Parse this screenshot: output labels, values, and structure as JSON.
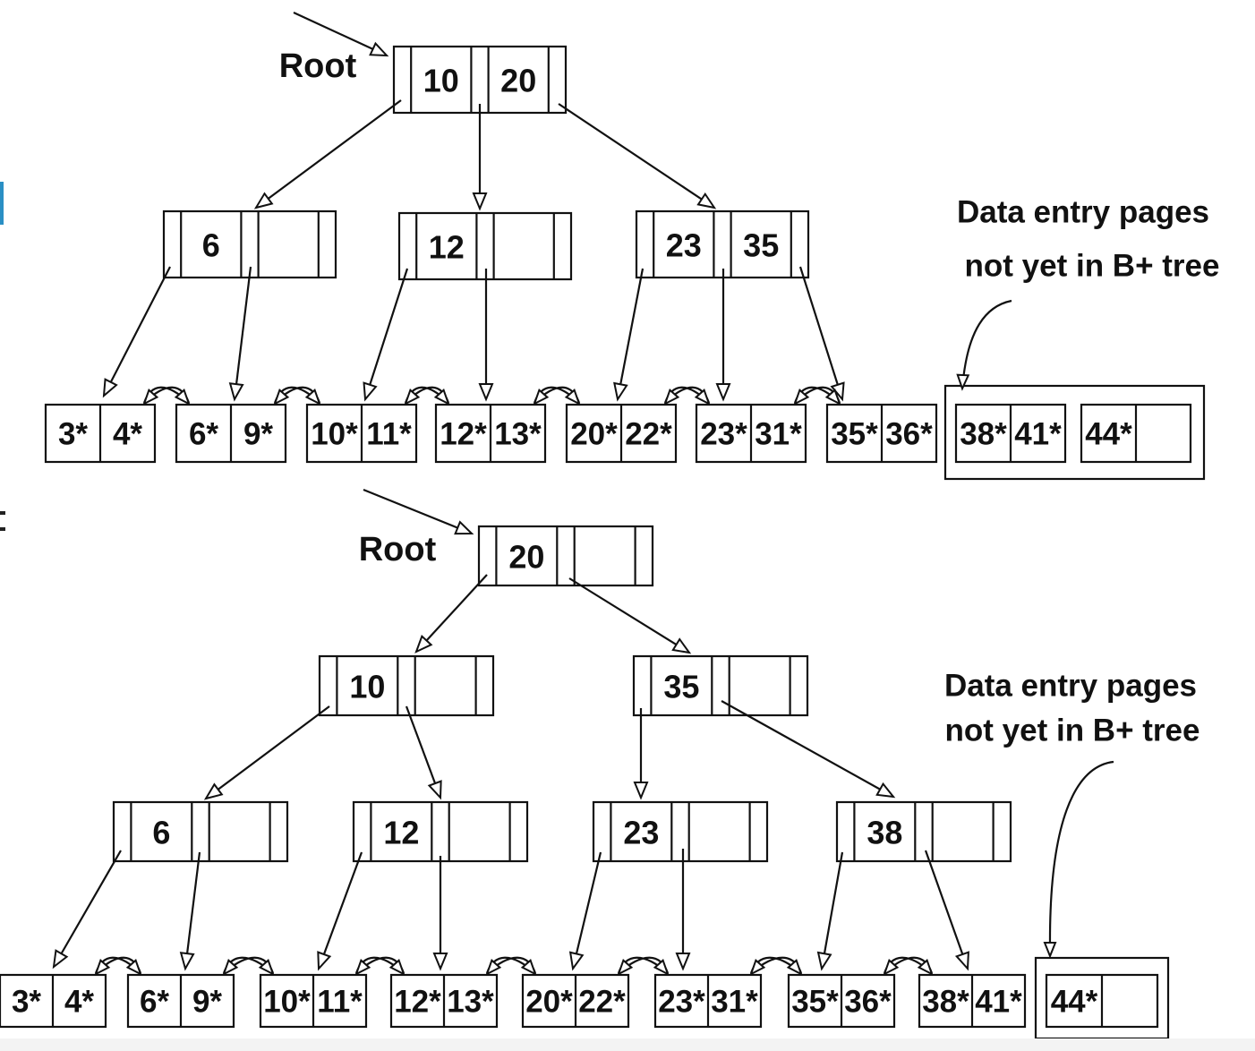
{
  "colors": {
    "ink": "#111111",
    "background": "#ffffff",
    "edge_mark": "#2a8fc4"
  },
  "top_tree": {
    "root_label": "Root",
    "root": {
      "keys": [
        "10",
        "20"
      ]
    },
    "level1": [
      {
        "keys": [
          "6",
          ""
        ]
      },
      {
        "keys": [
          "12",
          ""
        ]
      },
      {
        "keys": [
          "23",
          "35"
        ]
      }
    ],
    "leaves": [
      [
        "3*",
        "4*"
      ],
      [
        "6*",
        "9*"
      ],
      [
        "10*",
        "11*"
      ],
      [
        "12*",
        "13*"
      ],
      [
        "20*",
        "22*"
      ],
      [
        "23*",
        "31*"
      ],
      [
        "35*",
        "36*"
      ]
    ],
    "pending_label_line1": "Data entry pages",
    "pending_label_line2": "not yet in B+ tree",
    "pending_leaves": [
      [
        "38*",
        "41*"
      ],
      [
        "44*",
        ""
      ]
    ]
  },
  "bottom_tree": {
    "root_label": "Root",
    "root": {
      "keys": [
        "20",
        ""
      ]
    },
    "level1": [
      {
        "keys": [
          "10",
          ""
        ]
      },
      {
        "keys": [
          "35",
          ""
        ]
      }
    ],
    "level2": [
      {
        "keys": [
          "6",
          ""
        ]
      },
      {
        "keys": [
          "12",
          ""
        ]
      },
      {
        "keys": [
          "23",
          ""
        ]
      },
      {
        "keys": [
          "38",
          ""
        ]
      }
    ],
    "leaves": [
      [
        "3*",
        "4*"
      ],
      [
        "6*",
        "9*"
      ],
      [
        "10*",
        "11*"
      ],
      [
        "12*",
        "13*"
      ],
      [
        "20*",
        "22*"
      ],
      [
        "23*",
        "31*"
      ],
      [
        "35*",
        "36*"
      ],
      [
        "38*",
        "41*"
      ]
    ],
    "pending_label_line1": "Data entry pages",
    "pending_label_line2": "not yet in B+ tree",
    "pending_leaves": [
      [
        "44*",
        ""
      ]
    ]
  }
}
